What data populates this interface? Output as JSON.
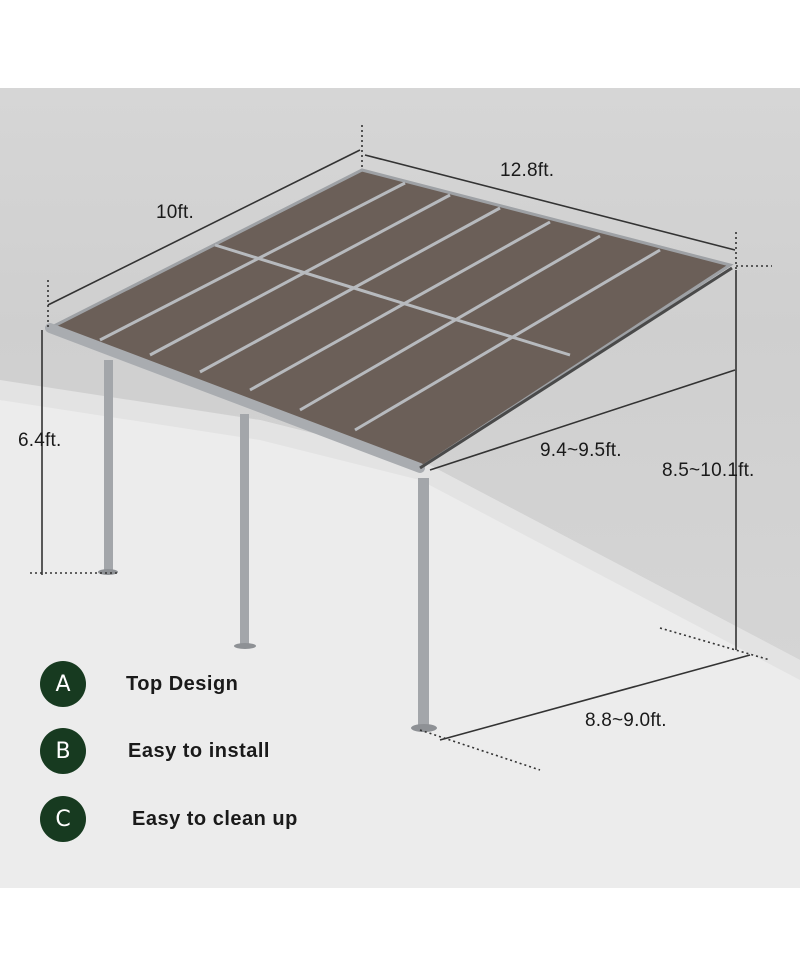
{
  "dimensions": {
    "roof_length": "12.8ft.",
    "roof_depth": "10ft.",
    "front_height": "6.4ft.",
    "slope_length": "9.4~9.5ft.",
    "back_height": "8.5~10.1ft.",
    "floor_depth": "8.8~9.0ft."
  },
  "features": [
    {
      "letter": "A",
      "label": "Top Design"
    },
    {
      "letter": "B",
      "label": "Easy to install"
    },
    {
      "letter": "C",
      "label": "Easy to clean up"
    }
  ],
  "colors": {
    "roof_panel": "#6b5f58",
    "frame": "#a3a6aa",
    "badge": "#173a20",
    "wall": "#d6d6d6",
    "floor": "#ebebeb"
  }
}
